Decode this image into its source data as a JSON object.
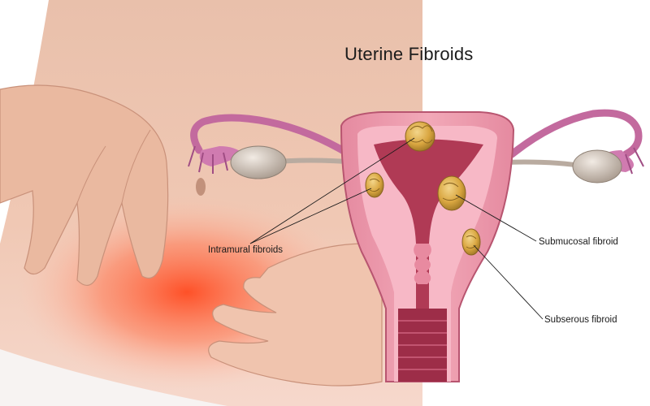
{
  "title": "Uterine Fibroids",
  "labels": {
    "intramural": "Intramural fibroids",
    "submucosal": "Submucosal fibroid",
    "subserous": "Subserous fibroid"
  },
  "colors": {
    "skin": "#eec3ad",
    "pain_glow": "#ff5a30",
    "uterus_outer": "#d9788e",
    "uterus_inner": "#b03a55",
    "fibroid": "#d9a640",
    "ovary": "#b9aba0",
    "tube": "#c36a9e"
  }
}
